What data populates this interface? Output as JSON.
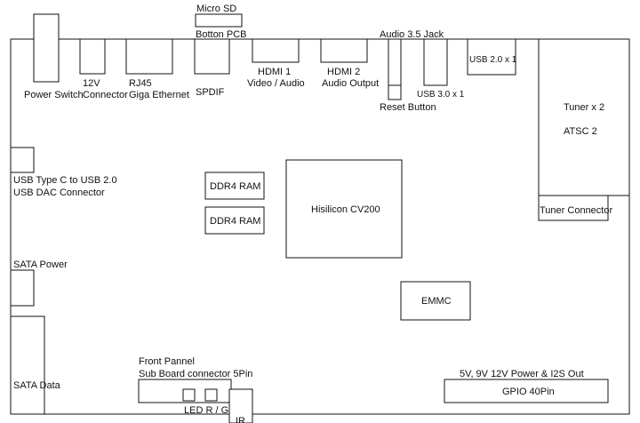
{
  "labels": {
    "micro_sd": "Micro SD",
    "bottom_pcb": "Botton PCB",
    "audio_jack": "Audio 3.5 Jack",
    "power_switch": "Power Switch",
    "v12_line1": "12V",
    "v12_line2": "Connector",
    "rj45_line1": "RJ45",
    "rj45_line2": "Giga Ethernet",
    "spdif": "SPDIF",
    "hdmi1_line1": "HDMI 1",
    "hdmi1_line2": "Video / Audio",
    "hdmi2_line1": "HDMI 2",
    "hdmi2_line2": "Audio Output",
    "reset_button": "Reset Button",
    "usb30": "USB 3.0 x 1",
    "usb20": "USB 2.0 x 1",
    "tuner_line1": "Tuner x 2",
    "tuner_line2": "ATSC 2",
    "tuner_connector": "Tuner Connector",
    "usbc_line1": "USB Type C to USB 2.0",
    "usbc_line2": "USB DAC Connector",
    "ddr4_1": "DDR4 RAM",
    "ddr4_2": "DDR4 RAM",
    "soc": "Hisilicon CV200",
    "sata_power": "SATA Power",
    "emmc": "EMMC",
    "sata_data": "SATA Data",
    "front_line1": "Front Pannel",
    "front_line2": "Sub Board connector 5Pin",
    "led": "LED R / G",
    "ir": "IR",
    "gpio_desc": "5V, 9V 12V Power & I2S Out",
    "gpio": "GPIO 40Pin"
  }
}
